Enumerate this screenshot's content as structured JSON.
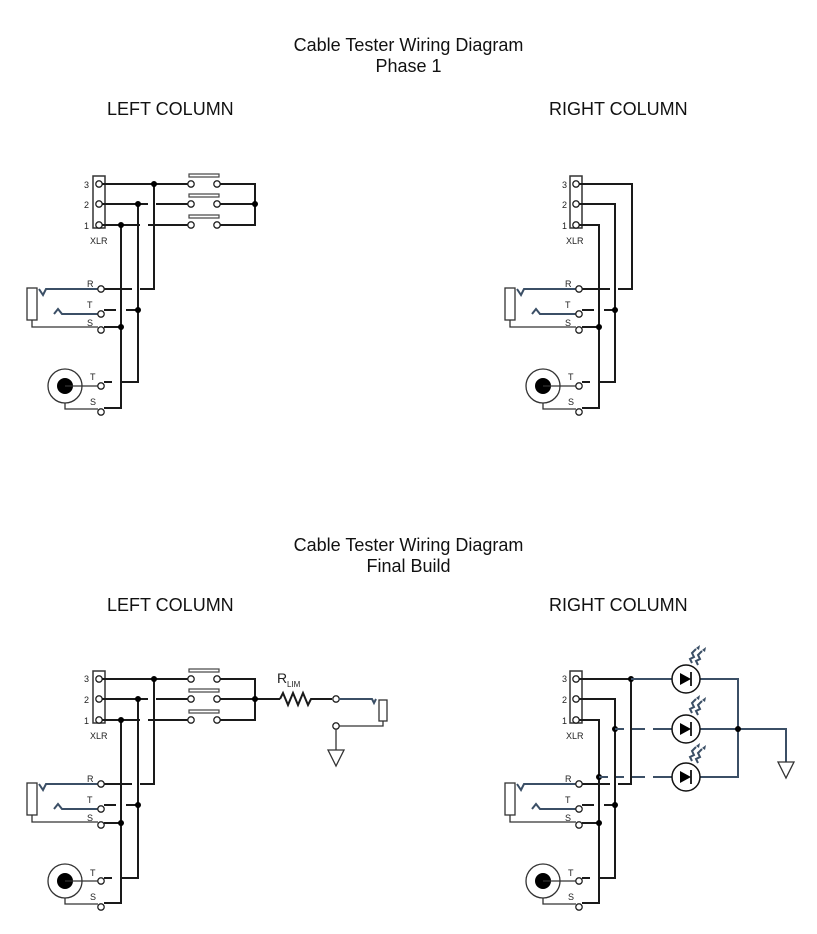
{
  "diagrams": [
    {
      "title": "Cable Tester Wiring Diagram",
      "subtitle": "Phase 1",
      "left_label": "LEFT COLUMN",
      "right_label": "RIGHT COLUMN"
    },
    {
      "title": "Cable Tester Wiring Diagram",
      "subtitle": "Final Build",
      "left_label": "LEFT COLUMN",
      "right_label": "RIGHT COLUMN"
    }
  ],
  "labels": {
    "xlr": "XLR",
    "pin3": "3",
    "pin2": "2",
    "pin1": "1",
    "ring": "R",
    "tip": "T",
    "sleeve": "S",
    "resistor_main": "R",
    "resistor_sub": "LIM"
  },
  "colors": {
    "wire": "#1a1a1a",
    "signal_wire": "#3b4f66"
  }
}
